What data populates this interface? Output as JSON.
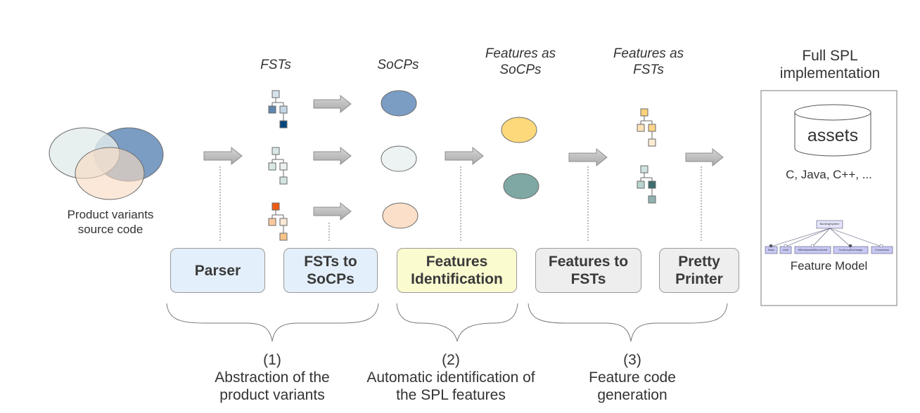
{
  "labels": {
    "variants": "Product variants\nsource code",
    "fsts": "FSTs",
    "socps": "SoCPs",
    "features_socps": "Features as\nSoCPs",
    "features_fsts": "Features as\nFSTs",
    "full_spl": "Full SPL\nimplementation",
    "assets": "assets",
    "languages": "C, Java, C++, ...",
    "feature_model": "Feature Model"
  },
  "steps": [
    {
      "label": "Parser",
      "color": "#e3effa"
    },
    {
      "label": "FSTs to\nSoCPs",
      "color": "#e3effa"
    },
    {
      "label": "Features\nIdentification",
      "color": "#fbfbd0"
    },
    {
      "label": "Features to\nFSTs",
      "color": "#eeeeee"
    },
    {
      "label": "Pretty\nPrinter",
      "color": "#eeeeee"
    }
  ],
  "phases": [
    {
      "number": "(1)",
      "text": "Abstraction of the\nproduct variants"
    },
    {
      "number": "(2)",
      "text": "Automatic identification of\nthe SPL features"
    },
    {
      "number": "(3)",
      "text": "Feature code\ngeneration"
    }
  ],
  "feature_model_nodes": {
    "root": "BankingSystem",
    "children": [
      "Base",
      "Limit",
      "WithdrawalWithoutLimit",
      "CurrencyExchange",
      "Consortium"
    ]
  },
  "colors": {
    "blue": "#7b9dc4",
    "light": "#edf3f3",
    "peach": "#fbdfc8",
    "yellow": "#fdd97c",
    "teal": "#7fa8a4",
    "arrow": "#c0c0c0"
  }
}
